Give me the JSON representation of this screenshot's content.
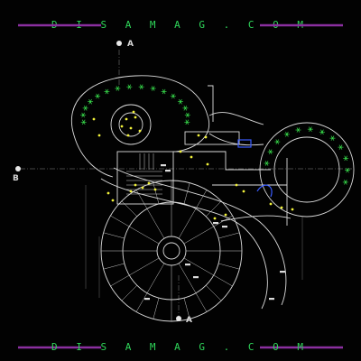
{
  "watermark_top": "D I S A M A G . C O M",
  "watermark_bottom": "D I S A M A G . C O M",
  "section_marks": {
    "top": "A",
    "bottom": "A",
    "left": "B"
  },
  "colors": {
    "background": "#020202",
    "walls": "#dcdcdc",
    "dim_lines": "#8a8a8a",
    "plants": "#37d84a",
    "dots": "#f2f23a",
    "accent_blue": "#3a5cff",
    "frame_bars": "#8b2fa0",
    "watermark": "#2fd65a"
  },
  "icons": [
    "section-marker-icon",
    "tree-symbol-icon"
  ]
}
